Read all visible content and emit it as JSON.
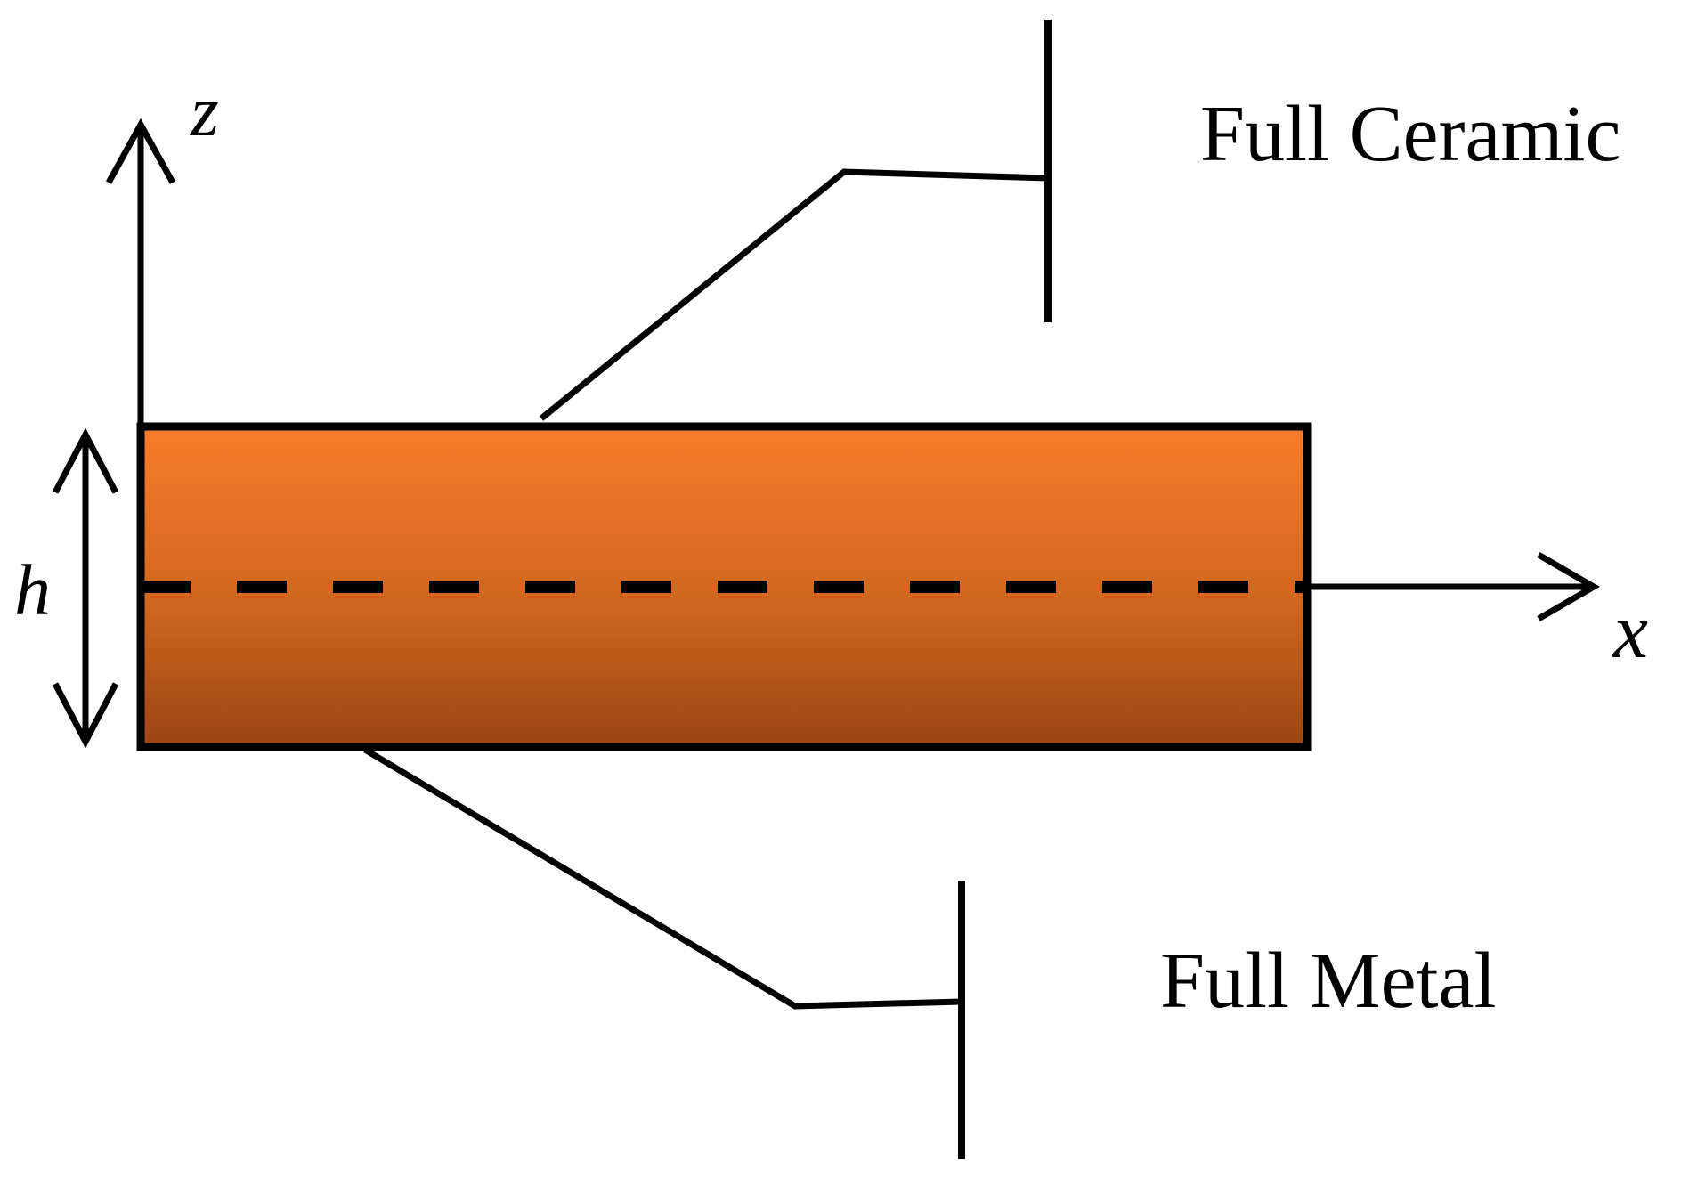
{
  "labels": {
    "z_axis": "z",
    "x_axis": "x",
    "thickness": "h",
    "top_material": "Full Ceramic",
    "bottom_material": "Full Metal"
  },
  "colors": {
    "beam_top": "#f87c2a",
    "beam_bottom": "#9a4614",
    "stroke": "#000000",
    "background": "#ffffff"
  }
}
